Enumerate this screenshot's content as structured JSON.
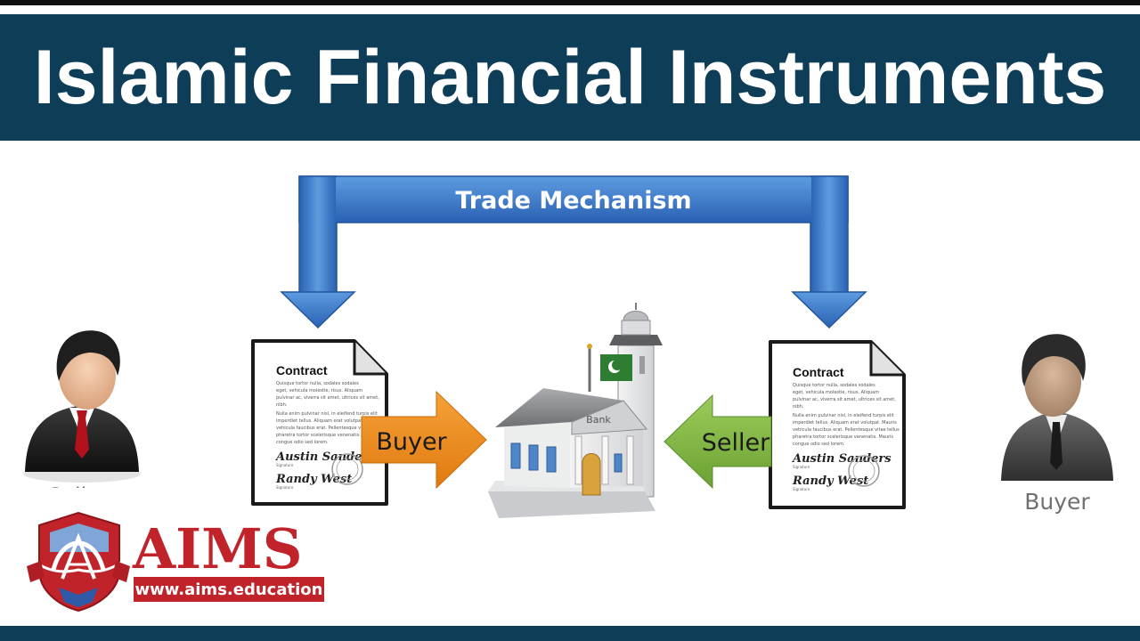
{
  "title": "Islamic Financial Instruments",
  "diagram": {
    "trade_mechanism": "Trade Mechanism",
    "left_person_label": "Seller",
    "right_person_label": "Buyer",
    "arrow_to_bank_left": "Buyer",
    "arrow_to_bank_right": "Seller",
    "bank_sign": "Bank"
  },
  "contract": {
    "title": "Contract",
    "body_lines": [
      "Quisque tortor nulla, sodales sodales",
      "eget, vehicula molestie, risus. Aliquam",
      "pulvinar ac, viverra sit amet, ultrices sit amet,",
      "nibh.",
      "Nulla enim pulvinar nisl, in eleifend turpis elit",
      "imperdiet tellus. Aliquam erat volutpat. Mauris",
      "vehicula faucibus erat. Pellentesque vitae tellus",
      "pharetra tortor scelerisque venenatis. Mauris",
      "congue odio sed lorem."
    ],
    "signer_1": "Austin Sanders",
    "signer_2": "Randy West",
    "signature_caption": "Signature",
    "stamp": "STAMP OF APPROVAL"
  },
  "logo": {
    "name": "AIMS",
    "url": "www.aims.education"
  },
  "colors": {
    "title_bar": "#0e3d58",
    "blue_arrow": "#2f6fc4",
    "orange_arrow": "#ef8a1a",
    "green_arrow": "#7cb342",
    "logo_red": "#c0232a"
  }
}
